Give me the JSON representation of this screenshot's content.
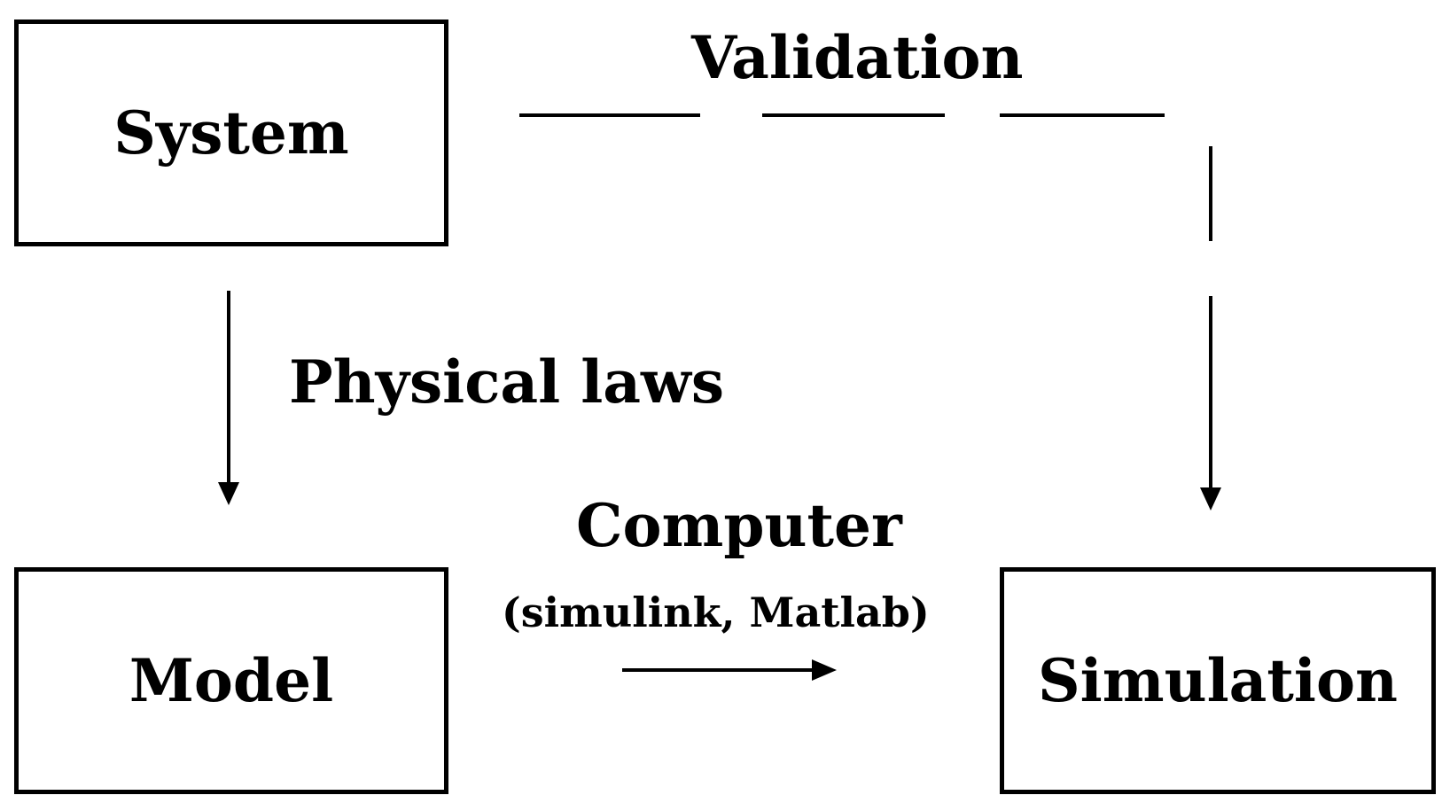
{
  "nodes": {
    "system": "System",
    "model": "Model",
    "simulation": "Simulation"
  },
  "edges": {
    "validation": "Validation",
    "physical_laws": "Physical laws",
    "computer": "Computer",
    "computer_tools": "(simulink, Matlab)"
  },
  "colors": {
    "stroke": "#000000",
    "background": "#ffffff"
  }
}
